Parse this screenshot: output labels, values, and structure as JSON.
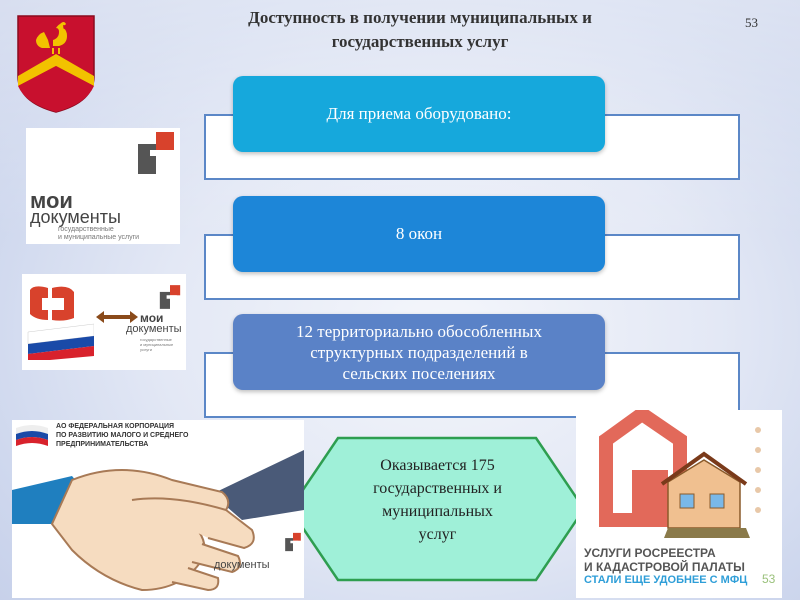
{
  "slide": {
    "title_line1": "Доступность в получении муниципальных и",
    "title_line2": "государственных услуг",
    "page_number": "53",
    "page_number_bottom": "53"
  },
  "boxes": {
    "box1": "Для приема оборудовано:",
    "box2": "8 окон",
    "box3_line1": "12 территориально обособленных",
    "box3_line2": "структурных подразделений в",
    "box3_line3": "сельских поселениях"
  },
  "hexagon": {
    "line1": "Оказывается 175",
    "line2": "государственных и",
    "line3": "муниципальных",
    "line4": "услуг"
  },
  "logos": {
    "mydocs_main": "мои",
    "mydocs_sub": "документы",
    "mydocs_caption1": "государственные",
    "mydocs_caption2": "и муниципальные услуги",
    "corp_line1": "АО ФЕДЕРАЛЬНАЯ КОРПОРАЦИЯ",
    "corp_line2": "ПО РАЗВИТИЮ МАЛОГО И СРЕДНЕГО",
    "corp_line3": "ПРЕДПРИНИМАТЕЛЬСТВА",
    "ros_line1": "УСЛУГИ РОСРЕЕСТРА",
    "ros_line2": "И КАДАСТРОВОЙ ПАЛАТЫ",
    "ros_line3": "СТАЛИ ЕЩЕ УДОБНЕЕ С МФЦ"
  },
  "colors": {
    "box1": "#16a8dc",
    "box2": "#1d86d8",
    "box3": "#5a82c7",
    "frame_border": "#5b87c7",
    "hexagon_fill": "#9ff0d8",
    "hexagon_border": "#2e9e50",
    "brand_red": "#d8422c",
    "coat_red": "#c8102e",
    "coat_gold": "#f2c200"
  }
}
